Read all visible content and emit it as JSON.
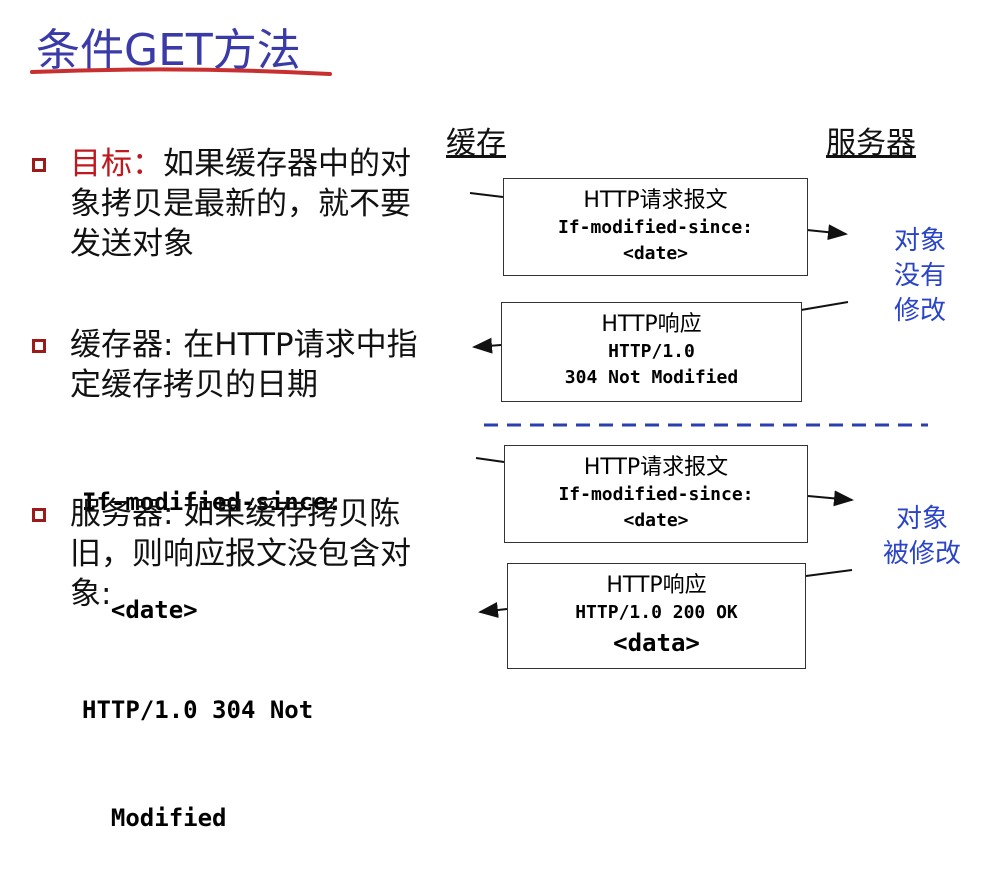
{
  "title": "条件GET方法",
  "columns": {
    "cache": "缓存",
    "server": "服务器"
  },
  "bullets": [
    {
      "label": "目标：",
      "lines": [
        "如果缓存器中的对",
        "象拷贝是最新的，就不要",
        "发送对象"
      ]
    },
    {
      "lines": [
        "缓存器: 在HTTP请求中指",
        "定缓存拷贝的日期"
      ],
      "code": [
        "If-modified-since:",
        "  <date>"
      ]
    },
    {
      "lines": [
        "服务器: 如果缓存拷贝陈",
        "旧，则响应报文没包含对",
        "象:"
      ],
      "code": [
        "HTTP/1.0 304 Not",
        "  Modified"
      ]
    }
  ],
  "diagram": {
    "top": {
      "request": {
        "title": "HTTP请求报文",
        "line1": "If-modified-since:",
        "line2": "<date>"
      },
      "response": {
        "title": "HTTP响应",
        "line1": "HTTP/1.0",
        "line2": "304 Not Modified"
      },
      "side_label": [
        "对象",
        "没有",
        "修改"
      ]
    },
    "bottom": {
      "request": {
        "title": "HTTP请求报文",
        "line1": "If-modified-since:",
        "line2": "<date>"
      },
      "response": {
        "title": "HTTP响应",
        "line1": "HTTP/1.0 200 OK",
        "line2": "<data>"
      },
      "side_label": [
        "对象",
        "被修改"
      ]
    }
  },
  "colors": {
    "title": "#3a3aa8",
    "bullet": "#9b1b1b",
    "goal": "#c0181f",
    "side_label": "#2a44c8",
    "divider": "#2a3fb0",
    "underline": "#c83030"
  }
}
